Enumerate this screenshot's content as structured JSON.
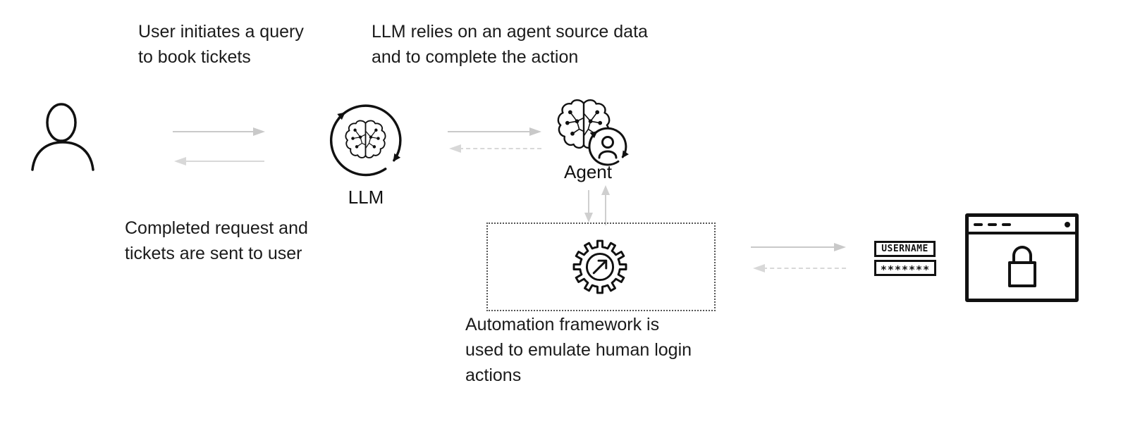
{
  "captions": {
    "user_query": "User initiates a query\nto book tickets",
    "llm_to_agent": "LLM relies on an agent source data\nand to complete the action",
    "completed_request": "Completed request and\ntickets are sent to user",
    "automation_framework": "Automation framework is\nused to emulate human login\nactions"
  },
  "nodes": {
    "user": {
      "icon": "person-icon"
    },
    "llm": {
      "label": "LLM",
      "icon": "llm-brain-cycle-icon"
    },
    "agent": {
      "label": "Agent",
      "icon": "agent-brain-person-icon"
    },
    "automation": {
      "icon": "automation-gear-icon"
    },
    "login_form": {
      "username_value": "USERNAME",
      "password_value": "*******"
    },
    "secure_site": {
      "icon": "browser-lock-icon"
    }
  },
  "colors": {
    "ink": "#111111",
    "text": "#1b1b1b",
    "arrow_forward": "#c9c9c9",
    "arrow_return": "#d8d8d8",
    "background": "#ffffff"
  }
}
